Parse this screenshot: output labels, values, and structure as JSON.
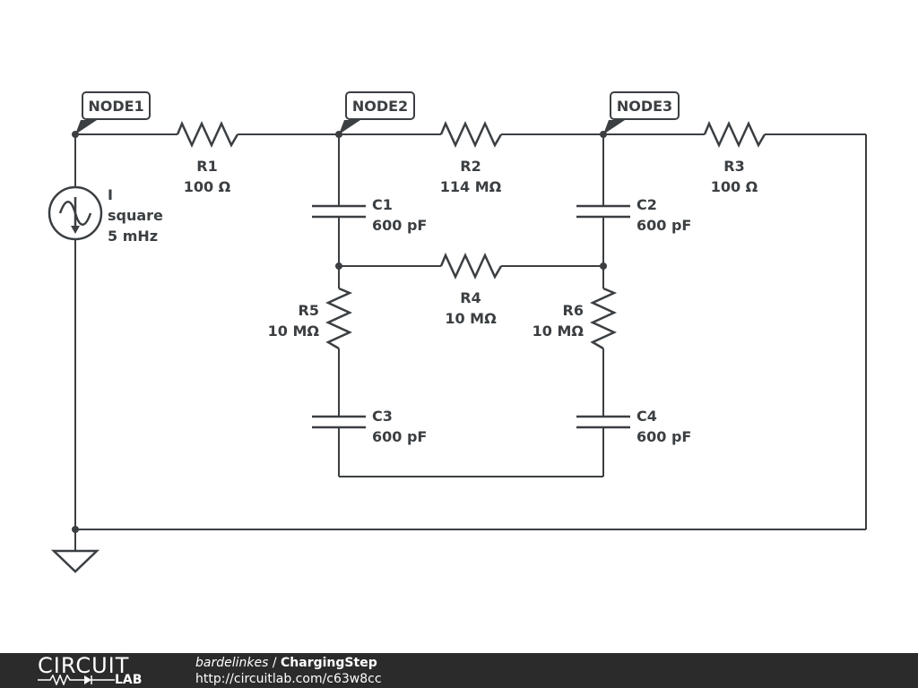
{
  "schematic": {
    "nodes": [
      "NODE1",
      "NODE2",
      "NODE3"
    ],
    "source": {
      "name": "I",
      "waveform": "square",
      "frequency": "5 mHz"
    },
    "components": {
      "R1": {
        "name": "R1",
        "value": "100 Ω"
      },
      "R2": {
        "name": "R2",
        "value": "114 MΩ"
      },
      "R3": {
        "name": "R3",
        "value": "100 Ω"
      },
      "R4": {
        "name": "R4",
        "value": "10 MΩ"
      },
      "R5": {
        "name": "R5",
        "value": "10 MΩ"
      },
      "R6": {
        "name": "R6",
        "value": "10 MΩ"
      },
      "C1": {
        "name": "C1",
        "value": "600 pF"
      },
      "C2": {
        "name": "C2",
        "value": "600 pF"
      },
      "C3": {
        "name": "C3",
        "value": "600 pF"
      },
      "C4": {
        "name": "C4",
        "value": "600 pF"
      }
    }
  },
  "footer": {
    "brand_top": "CIRCUIT",
    "brand_bottom": "LAB",
    "author": "bardelinkes",
    "separator": " / ",
    "title": "ChargingStep",
    "url": "http://circuitlab.com/c63w8cc"
  }
}
